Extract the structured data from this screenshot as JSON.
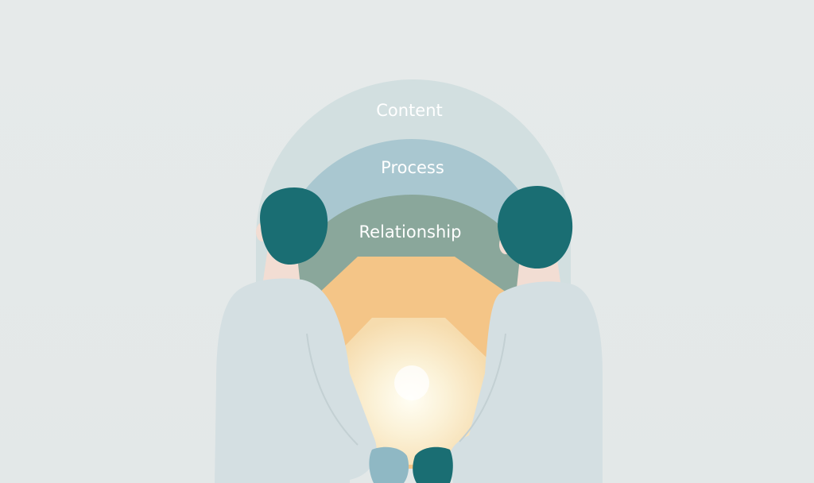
{
  "layers": {
    "content": {
      "label": "Content",
      "color": "#d2dfe0"
    },
    "process": {
      "label": "Process",
      "color": "#a9c7d0"
    },
    "relationship": {
      "label": "Relationship",
      "color": "#8aa79b"
    },
    "core_outer": {
      "color": "#f4c587"
    },
    "core_inner": {
      "color": "#fbf4df"
    }
  },
  "figures": {
    "hair_color": "#1a6e73",
    "skin_color": "#f2ddd3",
    "clothing_color": "#d4dfe2",
    "hand_left_color": "#8fb8c4",
    "hand_right_color": "#1a6e73"
  },
  "background": {
    "color": "#e7ebeb"
  }
}
